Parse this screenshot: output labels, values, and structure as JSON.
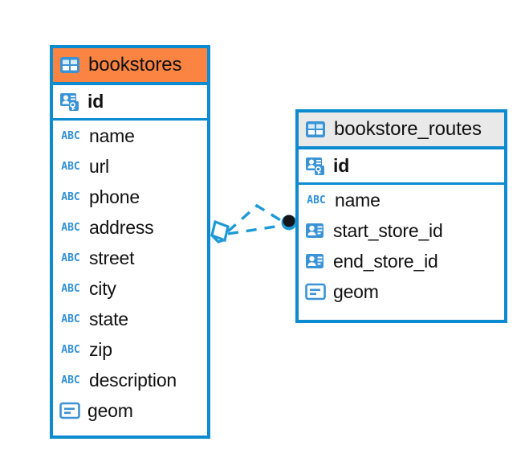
{
  "diagram": {
    "type": "entity-relationship-diagram",
    "colors": {
      "border_blue": "#0d8bd1",
      "header_orange": "#fb8442",
      "header_gray": "#e9e9e9",
      "icon_blue": "#3a93d4",
      "abc_blue": "#2f90d8",
      "text": "#111111",
      "background": "#ffffff"
    },
    "entities": [
      {
        "name": "bookstores",
        "header_style": "orange",
        "table_icon": "table-icon",
        "fields": [
          {
            "name": "id",
            "icon": "primary-key-icon",
            "bold": true
          },
          {
            "name": "name",
            "icon": "abc-text-icon",
            "bold": false
          },
          {
            "name": "url",
            "icon": "abc-text-icon",
            "bold": false
          },
          {
            "name": "phone",
            "icon": "abc-text-icon",
            "bold": false
          },
          {
            "name": "address",
            "icon": "abc-text-icon",
            "bold": false
          },
          {
            "name": "street",
            "icon": "abc-text-icon",
            "bold": false
          },
          {
            "name": "city",
            "icon": "abc-text-icon",
            "bold": false
          },
          {
            "name": "state",
            "icon": "abc-text-icon",
            "bold": false
          },
          {
            "name": "zip",
            "icon": "abc-text-icon",
            "bold": false
          },
          {
            "name": "description",
            "icon": "abc-text-icon",
            "bold": false
          },
          {
            "name": "geom",
            "icon": "geometry-icon",
            "bold": false
          }
        ]
      },
      {
        "name": "bookstore_routes",
        "header_style": "gray",
        "table_icon": "table-icon",
        "fields": [
          {
            "name": "id",
            "icon": "primary-key-icon",
            "bold": true
          },
          {
            "name": "name",
            "icon": "abc-text-icon",
            "bold": false
          },
          {
            "name": "start_store_id",
            "icon": "foreign-key-icon",
            "bold": false
          },
          {
            "name": "end_store_id",
            "icon": "foreign-key-icon",
            "bold": false
          },
          {
            "name": "geom",
            "icon": "geometry-icon",
            "bold": false
          }
        ]
      }
    ],
    "relationship": {
      "style": "dashed",
      "color": "#1d9ad6",
      "source_marker": "polygon-crowfoot-marker",
      "target_marker": "filled-dot-marker",
      "label": ""
    },
    "icon_text": {
      "abc": "ABC"
    }
  }
}
